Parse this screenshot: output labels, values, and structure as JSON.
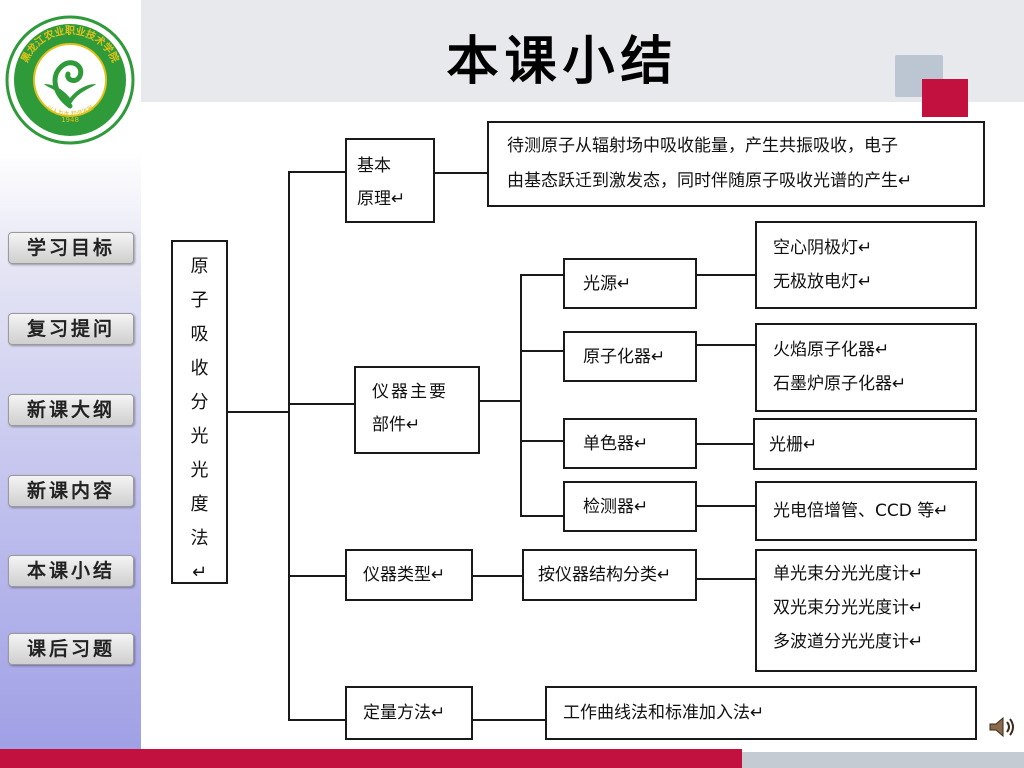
{
  "title": "本课小结",
  "logo": {
    "ring_text": "黑龙江农业职业技术学院",
    "year": "1948",
    "motto": "以人为本 和谐发展"
  },
  "nav": [
    {
      "label": "学习目标"
    },
    {
      "label": "复习提问"
    },
    {
      "label": "新课大纲"
    },
    {
      "label": "新课内容"
    },
    {
      "label": "本课小结"
    },
    {
      "label": "课后习题"
    }
  ],
  "diagram": {
    "root": "原子吸收分光光度法↵",
    "principle": {
      "label_lines": [
        "基本",
        "原理↵"
      ],
      "desc_lines": [
        "待测原子从辐射场中吸收能量，产生共振吸收，电子",
        "由基态跃迁到激发态，同时伴随原子吸收光谱的产生↵"
      ]
    },
    "components": {
      "label_lines": [
        "仪器主要",
        "部件↵"
      ],
      "items": [
        {
          "label": "光源↵",
          "details": [
            "空心阴极灯↵",
            "无极放电灯↵"
          ]
        },
        {
          "label": "原子化器↵",
          "details": [
            "火焰原子化器↵",
            "石墨炉原子化器↵"
          ]
        },
        {
          "label": "单色器↵",
          "details": [
            "光栅↵"
          ]
        },
        {
          "label": "检测器↵",
          "details": [
            "光电倍增管、CCD 等↵"
          ]
        }
      ]
    },
    "types": {
      "label": "仪器类型↵",
      "mid": "按仪器结构分类↵",
      "details": [
        "单光束分光光度计↵",
        "双光束分光光度计↵",
        "多波道分光光度计↵"
      ]
    },
    "quant": {
      "label": "定量方法↵",
      "detail": "工作曲线法和标准加入法↵"
    }
  },
  "colors": {
    "accent_red": "#c2103f",
    "header_bg": "#e8e9ed",
    "logo_green": "#2e9a3a"
  }
}
